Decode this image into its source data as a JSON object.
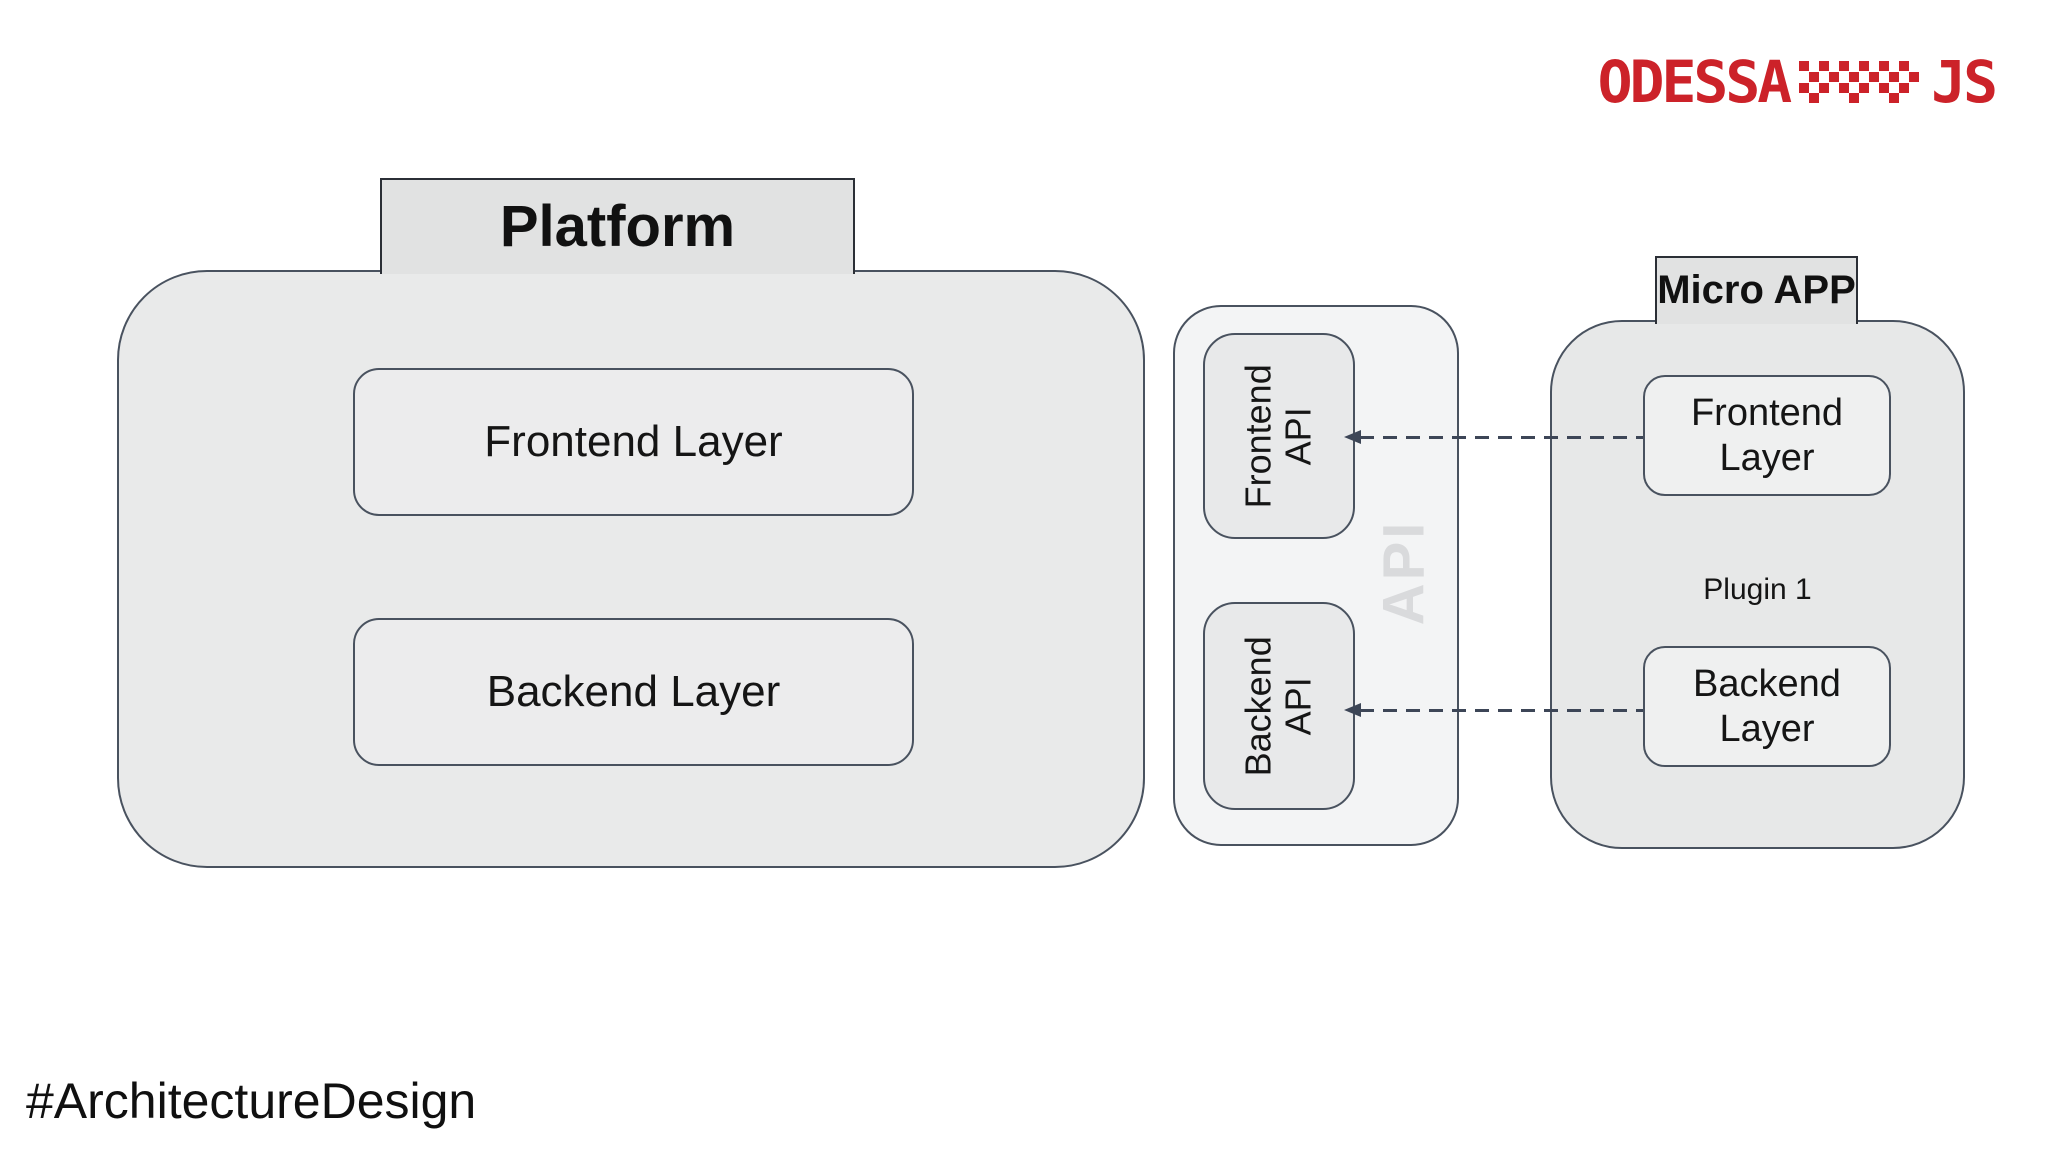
{
  "page": {
    "background": "#ffffff",
    "hashtag": "#ArchitectureDesign"
  },
  "logo": {
    "text_left": "ODESSA",
    "text_right": "JS",
    "color": "#cc2229",
    "icon": "pixel-zigzag-icon"
  },
  "platform": {
    "title": "Platform",
    "frontend_label": "Frontend Layer",
    "backend_label": "Backend Layer"
  },
  "api": {
    "watermark": "API",
    "frontend_label": "Frontend API",
    "backend_label": "Backend API"
  },
  "micro_app": {
    "title": "Micro APP",
    "frontend_label": "Frontend Layer",
    "plugin_label": "Plugin 1",
    "backend_label": "Backend Layer"
  },
  "connections": [
    {
      "from": "micro-app-frontend-layer",
      "to": "api-frontend-api",
      "style": "dashed-arrow-left"
    },
    {
      "from": "micro-app-backend-layer",
      "to": "api-backend-api",
      "style": "dashed-arrow-left"
    }
  ],
  "colors": {
    "shape_border": "#49525f",
    "title_border": "#2b2f36",
    "container_fill": "#e9eaea",
    "api_container_fill": "#f3f4f5",
    "inner_box_fill": "#ececed",
    "title_fill": "#e1e2e2",
    "watermark_gray": "#d9dadc",
    "arrow": "#3d4657",
    "logo_red": "#cc2229",
    "text": "#151515"
  }
}
